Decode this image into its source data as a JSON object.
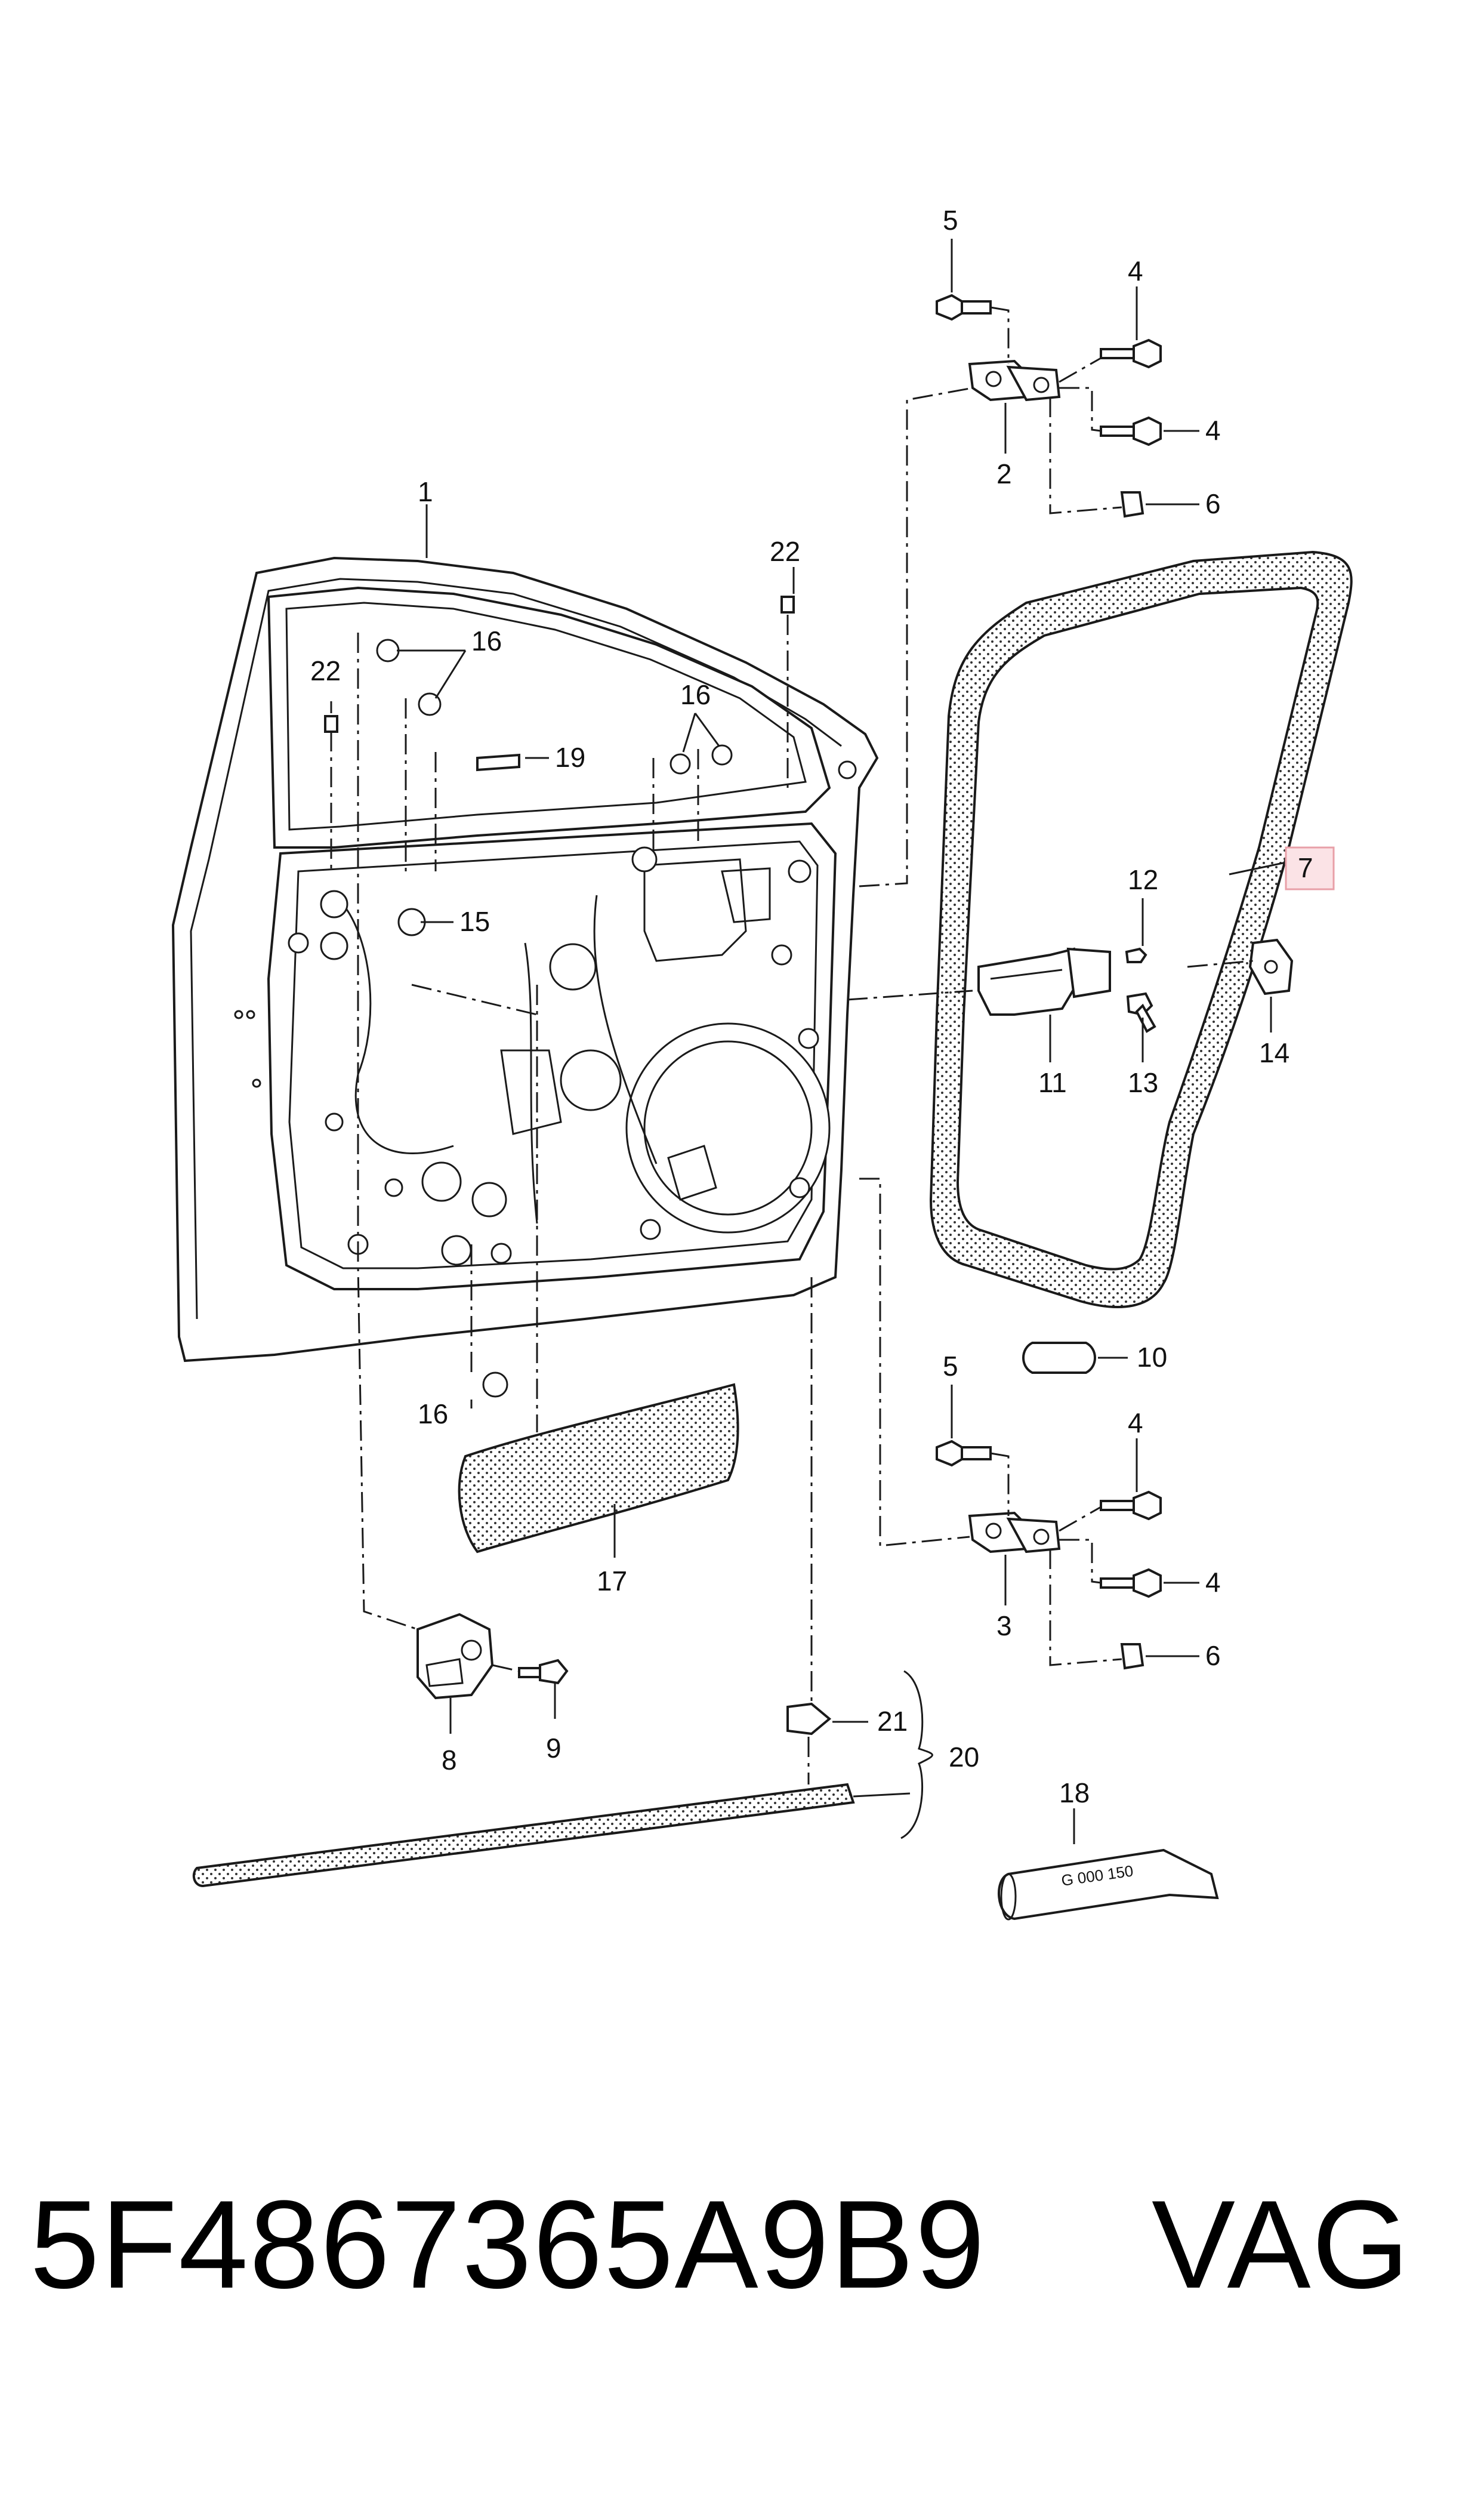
{
  "labels": {
    "l1": "1",
    "l2": "2",
    "l3": "3",
    "l4a": "4",
    "l4b": "4",
    "l4c": "4",
    "l4d": "4",
    "l5a": "5",
    "l5b": "5",
    "l6a": "6",
    "l6b": "6",
    "l7": "7",
    "l8": "8",
    "l9": "9",
    "l10": "10",
    "l11": "11",
    "l12": "12",
    "l13": "13",
    "l14": "14",
    "l15": "15",
    "l16a": "16",
    "l16b": "16",
    "l16c": "16",
    "l17": "17",
    "l18": "18",
    "l19": "19",
    "l20": "20",
    "l21": "21",
    "l22a": "22",
    "l22b": "22"
  },
  "tube_text": "G 000 150",
  "footer": {
    "part_number": "5F4867365A9B9",
    "brand": "VAG"
  },
  "colors": {
    "highlight_fill": "#fbe3e6",
    "highlight_stroke": "#e8a0a8",
    "line": "#1a1a1a"
  }
}
